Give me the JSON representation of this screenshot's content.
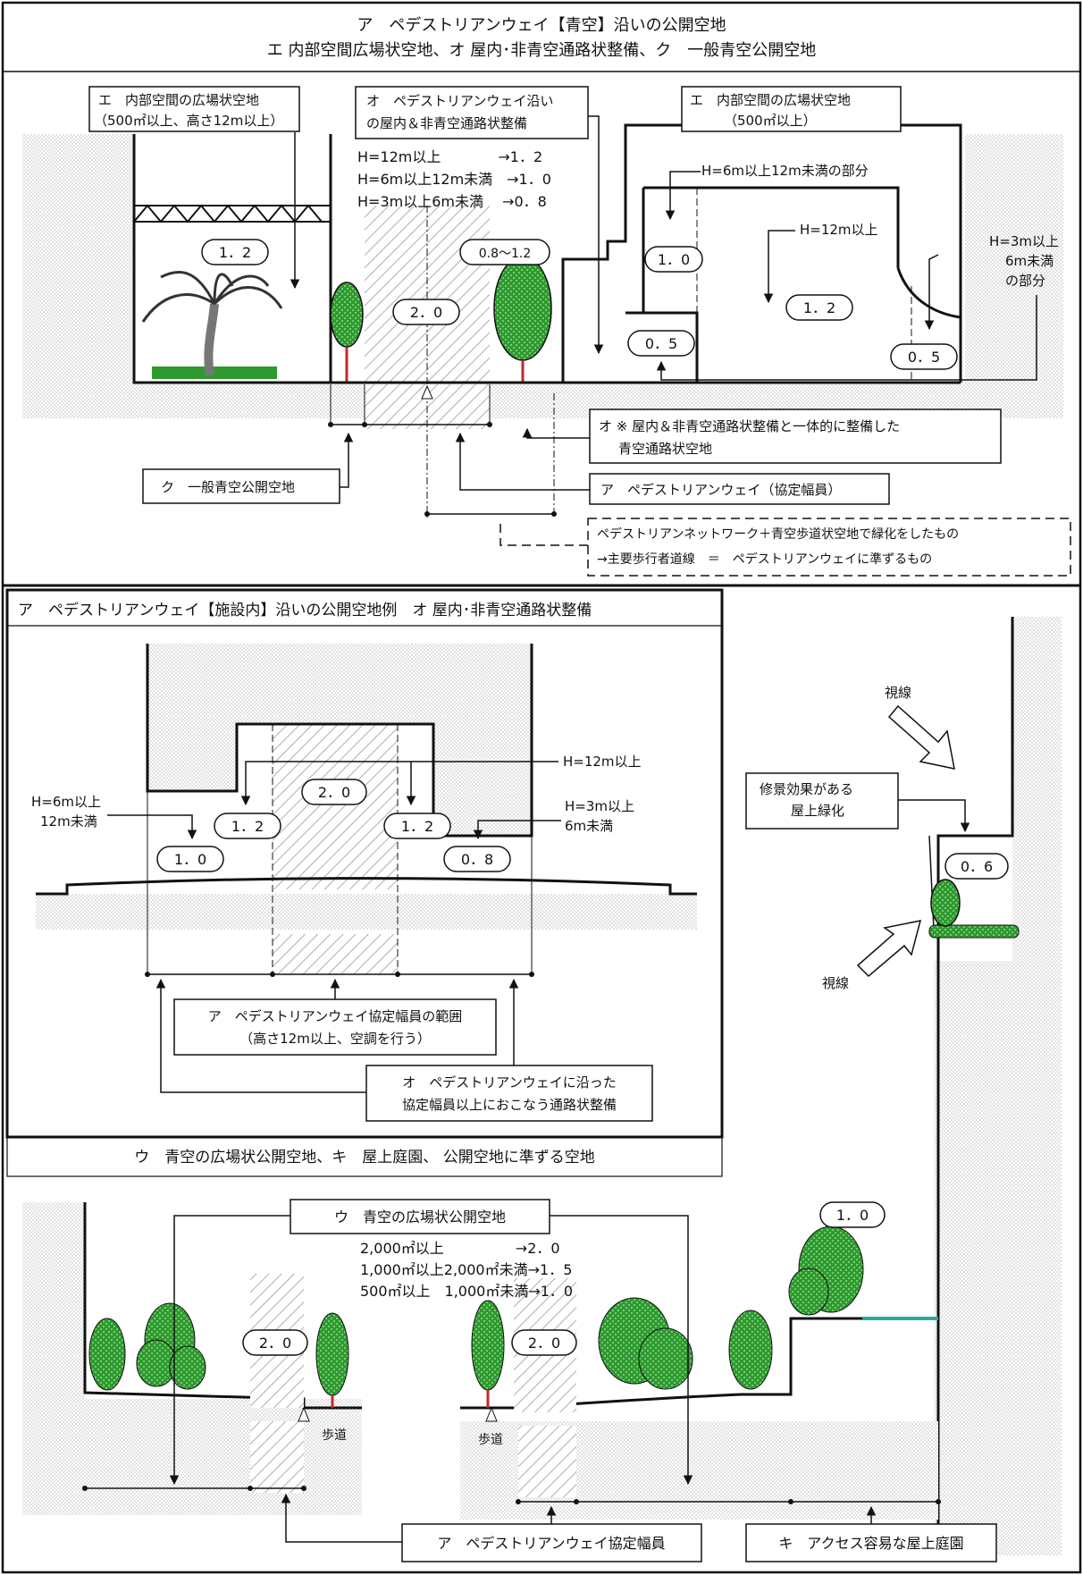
{
  "top": {
    "title1": "ア　ペデストリアンウェイ【青空】沿いの公開空地",
    "title2": "エ 内部空間広場状空地、オ 屋内･非青空通路状整備、ク　一般青空公開空地",
    "box_e1_l1": "エ　内部空間の広場状空地",
    "box_e1_l2": "（500㎡以上、高さ12m以上）",
    "box_o1_l1": "オ　ペデストリアンウェイ沿い",
    "box_o1_l2": "の屋内＆非青空通路状整備",
    "rate1": "H=12m以上　　　　→1．2",
    "rate2": "H=6m以上12m未満　→1．0",
    "rate3": "H=3m以上6m未満　 →0．8",
    "box_e2_l1": "エ　内部空間の広場状空地",
    "box_e2_l2": "（500㎡以上）",
    "h6": "H=6m以上12m未満の部分",
    "h12": "H=12m以上",
    "h3_l1": "H=3m以上",
    "h3_l2": "6m未満",
    "h3_l3": "の部分",
    "v12": "1．2",
    "v20": "2．0",
    "v0812": "0.8〜1.2",
    "v10": "1．0",
    "v05a": "0．5",
    "v12b": "1．2",
    "v05b": "0．5",
    "box_o2_l1": "オ ※ 屋内＆非青空通路状整備と一体的に整備した",
    "box_o2_l2": "青空通路状空地",
    "box_a1": "ア　ペデストリアンウェイ（協定幅員）",
    "box_k": "ク　一般青空公開空地",
    "dashed_l1": "ペデストリアンネットワーク＋青空歩道状空地で緑化をしたもの",
    "dashed_l2": "→主要歩行者道線　＝　ペデストリアンウェイに準ずるもの"
  },
  "middle": {
    "title": "ア　ペデストリアンウェイ【施設内】沿いの公開空地例　オ 屋内･非青空通路状整備",
    "h12": "H=12m以上",
    "h6_l1": "H=6m以上",
    "h6_l2": "12m未満",
    "h3_l1": "H=3m以上",
    "h3_l2": "6m未満",
    "v20": "2．0",
    "v12a": "1．2",
    "v12b": "1．2",
    "v10": "1．0",
    "v08": "0．8",
    "box_a_l1": "ア　ペデストリアンウェイ協定幅員の範囲",
    "box_a_l2": "（高さ12m以上、空調を行う）",
    "box_o_l1": "オ　ペデストリアンウェイに沿った",
    "box_o_l2": "協定幅員以上におこなう通路状整備"
  },
  "right": {
    "sight1": "視線",
    "sight2": "視線",
    "box_l1": "修景効果がある",
    "box_l2": "屋上緑化",
    "v06": "0．6"
  },
  "bottom": {
    "title": "ウ　青空の広場状公開空地、キ　屋上庭園、 公開空地に準ずる空地",
    "box_u": "ウ　青空の広場状公開空地",
    "r1": "2,000㎡以上　　　　　→2．0",
    "r2": "1,000㎡以上2,000㎡未満→1．5",
    "r3": "500㎡以上　1,000㎡未満→1．0",
    "v20a": "2．0",
    "v20b": "2．0",
    "v10": "1．0",
    "walk1": "歩道",
    "walk2": "歩道",
    "box_a": "ア　ペデストリアンウェイ協定幅員",
    "box_ki": "キ　アクセス容易な屋上庭園"
  },
  "colors": {
    "green": "#2e9a2e",
    "dots": "#d0d0d0",
    "trunk": "#c62828",
    "roof_teal": "#2aa8a0"
  }
}
